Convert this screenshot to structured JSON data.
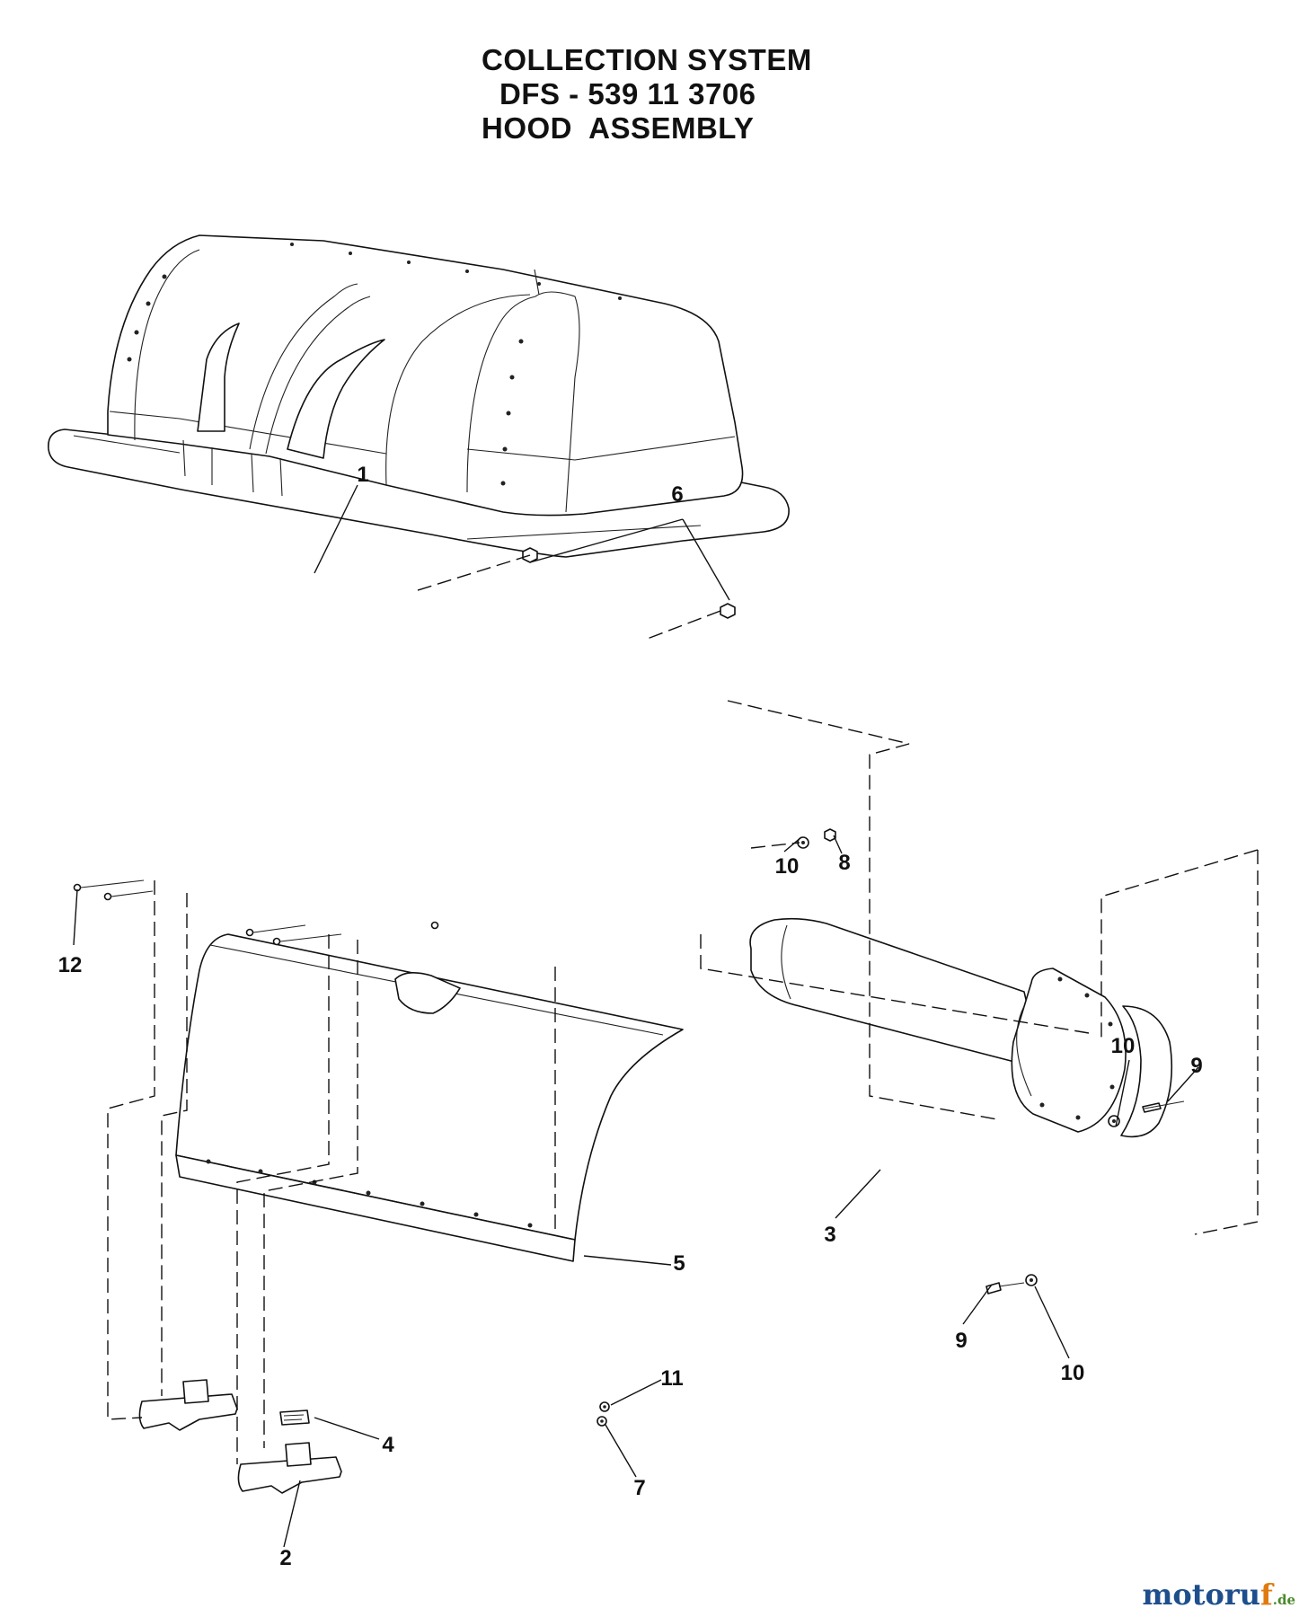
{
  "title": {
    "line1": "COLLECTION SYSTEM",
    "line2": "DFS - 539 11 3706",
    "line3": "HOOD  ASSEMBLY"
  },
  "callouts": [
    {
      "id": "1",
      "part": "hood"
    },
    {
      "id": "6",
      "part": "nut, top",
      "count": 2
    },
    {
      "id": "10",
      "part": "washer",
      "count": 3
    },
    {
      "id": "8",
      "part": "nut, side"
    },
    {
      "id": "12",
      "part": "screw, hood base"
    },
    {
      "id": "9",
      "part": "bolt, chute flange",
      "count": 2
    },
    {
      "id": "3",
      "part": "discharge chute"
    },
    {
      "id": "5",
      "part": "deflector panel"
    },
    {
      "id": "11",
      "part": "washer, panel"
    },
    {
      "id": "7",
      "part": "nut, panel"
    },
    {
      "id": "4",
      "part": "label"
    },
    {
      "id": "2",
      "part": "hinge bracket",
      "count": 2
    }
  ],
  "watermark": {
    "brand": "motoruf",
    "accent": "f",
    "suffix": ".de"
  }
}
